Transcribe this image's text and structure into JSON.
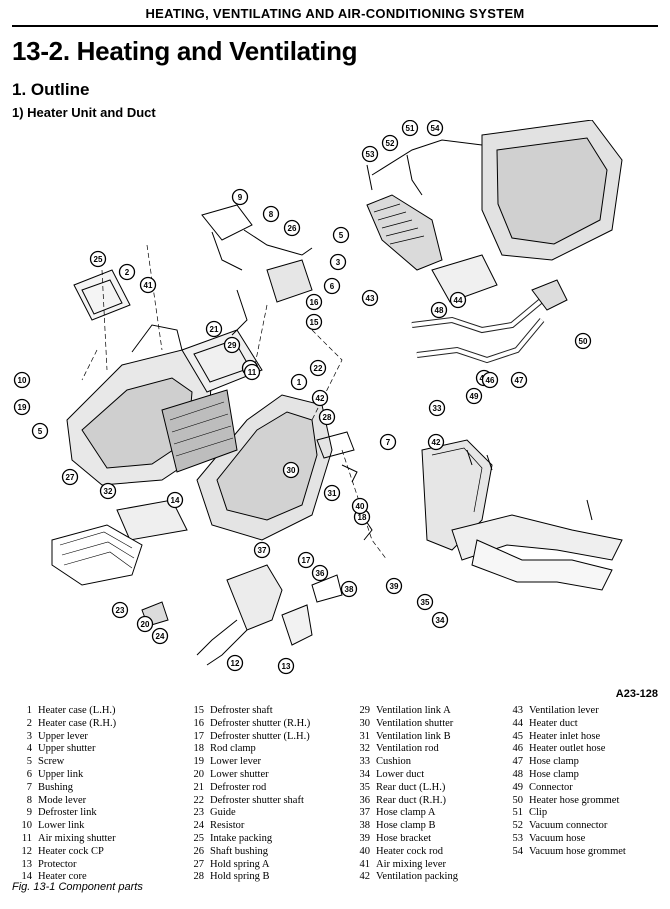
{
  "header": {
    "running_title": "HEATING, VENTILATING AND AIR-CONDITIONING SYSTEM"
  },
  "section": {
    "title": "13-2. Heating and Ventilating"
  },
  "subsection": {
    "title": "1. Outline"
  },
  "item": {
    "title": "1) Heater Unit and Duct"
  },
  "figure": {
    "code": "A23-128",
    "caption": "Fig. 13-1  Component parts",
    "callouts": [
      {
        "n": "1"
      },
      {
        "n": "2"
      },
      {
        "n": "3"
      },
      {
        "n": "4"
      },
      {
        "n": "5"
      },
      {
        "n": "5"
      },
      {
        "n": "6"
      },
      {
        "n": "7"
      },
      {
        "n": "8"
      },
      {
        "n": "9"
      },
      {
        "n": "10"
      },
      {
        "n": "11"
      },
      {
        "n": "12"
      },
      {
        "n": "13"
      },
      {
        "n": "14"
      },
      {
        "n": "15"
      },
      {
        "n": "16"
      },
      {
        "n": "17"
      },
      {
        "n": "18"
      },
      {
        "n": "19"
      },
      {
        "n": "20"
      },
      {
        "n": "21"
      },
      {
        "n": "22"
      },
      {
        "n": "23"
      },
      {
        "n": "24"
      },
      {
        "n": "25"
      },
      {
        "n": "26"
      },
      {
        "n": "27"
      },
      {
        "n": "28"
      },
      {
        "n": "29"
      },
      {
        "n": "30"
      },
      {
        "n": "31"
      },
      {
        "n": "32"
      },
      {
        "n": "33"
      },
      {
        "n": "34"
      },
      {
        "n": "35"
      },
      {
        "n": "36"
      },
      {
        "n": "37"
      },
      {
        "n": "38"
      },
      {
        "n": "39"
      },
      {
        "n": "40"
      },
      {
        "n": "41"
      },
      {
        "n": "42"
      },
      {
        "n": "42"
      },
      {
        "n": "43"
      },
      {
        "n": "44"
      },
      {
        "n": "45"
      },
      {
        "n": "46"
      },
      {
        "n": "47"
      },
      {
        "n": "48"
      },
      {
        "n": "49"
      },
      {
        "n": "50"
      },
      {
        "n": "51"
      },
      {
        "n": "52"
      },
      {
        "n": "53"
      },
      {
        "n": "54"
      }
    ]
  },
  "legend": [
    [
      {
        "n": "1",
        "label": "Heater case (L.H.)"
      },
      {
        "n": "2",
        "label": "Heater case (R.H.)"
      },
      {
        "n": "3",
        "label": "Upper lever"
      },
      {
        "n": "4",
        "label": "Upper shutter"
      },
      {
        "n": "5",
        "label": "Screw"
      },
      {
        "n": "6",
        "label": "Upper link"
      },
      {
        "n": "7",
        "label": "Bushing"
      },
      {
        "n": "8",
        "label": "Mode lever"
      },
      {
        "n": "9",
        "label": "Defroster link"
      },
      {
        "n": "10",
        "label": "Lower link"
      },
      {
        "n": "11",
        "label": "Air mixing shutter"
      },
      {
        "n": "12",
        "label": "Heater cock CP"
      },
      {
        "n": "13",
        "label": "Protector"
      },
      {
        "n": "14",
        "label": "Heater core"
      }
    ],
    [
      {
        "n": "15",
        "label": "Defroster shaft"
      },
      {
        "n": "16",
        "label": "Defroster shutter (R.H.)"
      },
      {
        "n": "17",
        "label": "Defroster shutter (L.H.)"
      },
      {
        "n": "18",
        "label": "Rod clamp"
      },
      {
        "n": "19",
        "label": "Lower lever"
      },
      {
        "n": "20",
        "label": "Lower shutter"
      },
      {
        "n": "21",
        "label": "Defroster rod"
      },
      {
        "n": "22",
        "label": "Defroster shutter shaft"
      },
      {
        "n": "23",
        "label": "Guide"
      },
      {
        "n": "24",
        "label": "Resistor"
      },
      {
        "n": "25",
        "label": "Intake packing"
      },
      {
        "n": "26",
        "label": "Shaft bushing"
      },
      {
        "n": "27",
        "label": "Hold spring A"
      },
      {
        "n": "28",
        "label": "Hold spring B"
      }
    ],
    [
      {
        "n": "29",
        "label": "Ventilation link A"
      },
      {
        "n": "30",
        "label": "Ventilation shutter"
      },
      {
        "n": "31",
        "label": "Ventilation link B"
      },
      {
        "n": "32",
        "label": "Ventilation rod"
      },
      {
        "n": "33",
        "label": "Cushion"
      },
      {
        "n": "34",
        "label": "Lower duct"
      },
      {
        "n": "35",
        "label": "Rear duct (L.H.)"
      },
      {
        "n": "36",
        "label": "Rear duct (R.H.)"
      },
      {
        "n": "37",
        "label": "Hose clamp A"
      },
      {
        "n": "38",
        "label": "Hose clamp B"
      },
      {
        "n": "39",
        "label": "Hose bracket"
      },
      {
        "n": "40",
        "label": "Heater cock rod"
      },
      {
        "n": "41",
        "label": "Air mixing lever"
      },
      {
        "n": "42",
        "label": "Ventilation packing"
      }
    ],
    [
      {
        "n": "43",
        "label": "Ventilation lever"
      },
      {
        "n": "44",
        "label": "Heater duct"
      },
      {
        "n": "45",
        "label": "Heater inlet hose"
      },
      {
        "n": "46",
        "label": "Heater outlet hose"
      },
      {
        "n": "47",
        "label": "Hose clamp"
      },
      {
        "n": "48",
        "label": "Hose clamp"
      },
      {
        "n": "49",
        "label": "Connector"
      },
      {
        "n": "50",
        "label": "Heater hose grommet"
      },
      {
        "n": "51",
        "label": "Clip"
      },
      {
        "n": "52",
        "label": "Vacuum connector"
      },
      {
        "n": "53",
        "label": "Vacuum hose"
      },
      {
        "n": "54",
        "label": "Vacuum hose grommet"
      }
    ]
  ]
}
